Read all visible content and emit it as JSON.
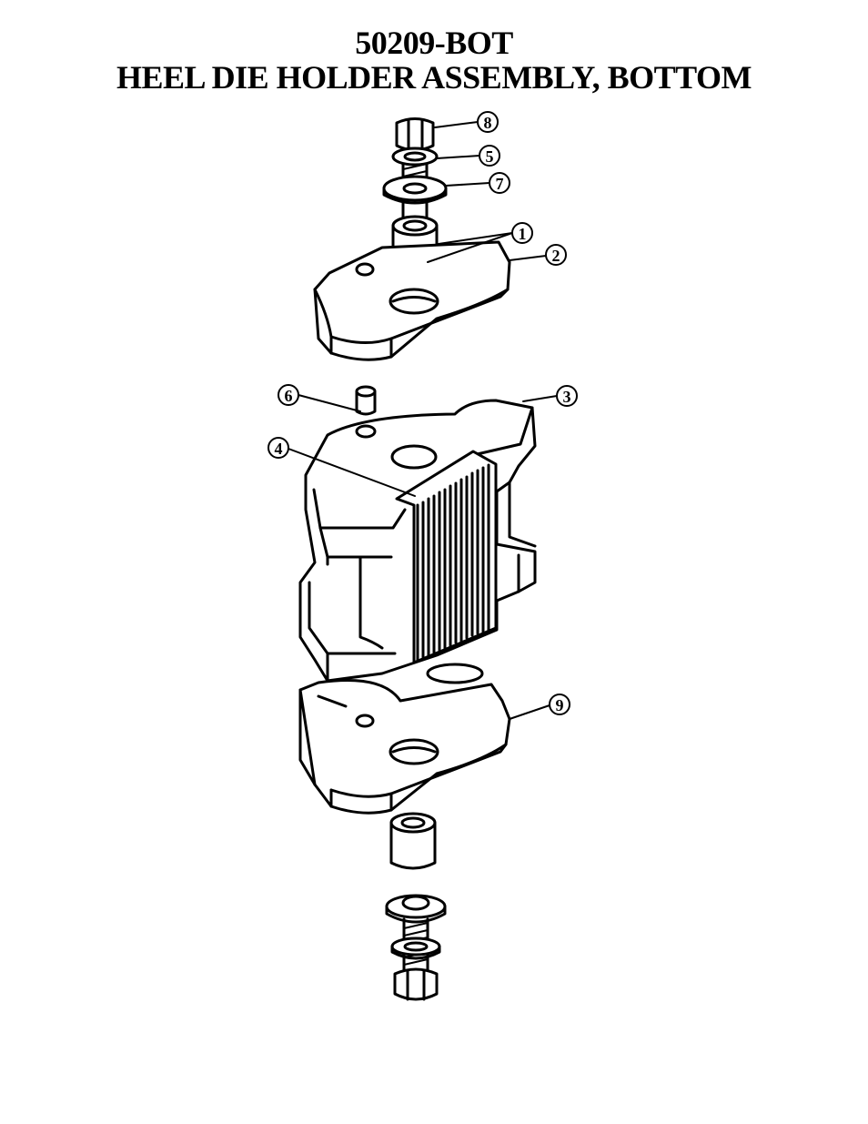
{
  "header": {
    "part_number": "50209-BOT",
    "title": "HEEL DIE HOLDER ASSEMBLY, BOTTOM"
  },
  "callouts": [
    {
      "id": "callout-1",
      "label": "1"
    },
    {
      "id": "callout-2",
      "label": "2"
    },
    {
      "id": "callout-3",
      "label": "3"
    },
    {
      "id": "callout-4",
      "label": "4"
    },
    {
      "id": "callout-5",
      "label": "5"
    },
    {
      "id": "callout-6",
      "label": "6"
    },
    {
      "id": "callout-7",
      "label": "7"
    },
    {
      "id": "callout-8",
      "label": "8"
    },
    {
      "id": "callout-9",
      "label": "9"
    }
  ]
}
